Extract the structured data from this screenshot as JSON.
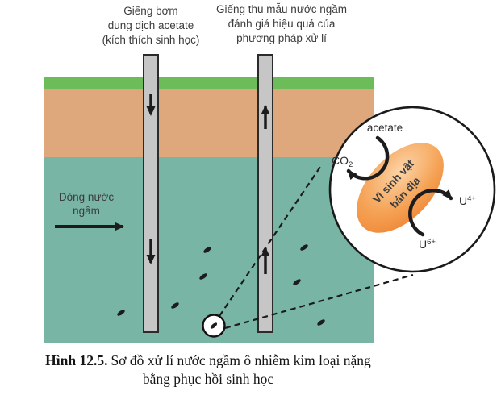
{
  "figure": {
    "caption": {
      "number": "Hình 12.5.",
      "line1": "Sơ đồ xử lí nước ngầm ô nhiễm kim loại nặng",
      "line2": "bằng phục hồi sinh học"
    },
    "labels": {
      "injection_well": {
        "line1": "Giếng bơm",
        "line2": "dung dịch acetate",
        "line3": "(kích thích sinh học)"
      },
      "monitoring_well": {
        "line1": "Giếng thu mẫu nước ngầm",
        "line2": "đánh giá hiệu quả của",
        "line3": "phương pháp xử lí"
      },
      "groundwater_flow": {
        "line1": "Dòng nước",
        "line2": "ngầm"
      }
    },
    "inset": {
      "acetate_label": "acetate",
      "co2_label": {
        "base": "CO",
        "sub": "2"
      },
      "microbe_label": {
        "line1": "Vi sinh vật",
        "line2": "bản địa"
      },
      "u4_label": {
        "base": "U",
        "sup": "4+"
      },
      "u6_label": {
        "base": "U",
        "sup": "6+"
      }
    },
    "colors": {
      "grass": "#6cbd5a",
      "soil": "#dfa87c",
      "aquifer": "#79b5a5",
      "well": "#c6c6c6",
      "ink": "#1c1c1c",
      "microbe_fill": "#ee7f2e",
      "microbe_highlight": "#fcd4a8"
    }
  }
}
